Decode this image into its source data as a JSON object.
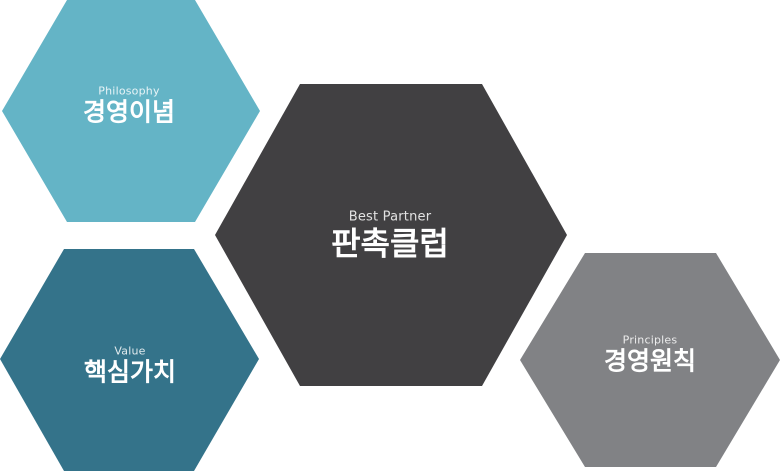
{
  "hexagons": {
    "philosophy": {
      "subtitle": "Philosophy",
      "title": "경영이념",
      "color": "#64b4c6"
    },
    "partner": {
      "subtitle": "Best Partner",
      "title": "판촉클럽",
      "color": "#414042"
    },
    "value": {
      "subtitle": "Value",
      "title": "핵심가치",
      "color": "#34738a"
    },
    "principles": {
      "subtitle": "Principles",
      "title": "경영원칙",
      "color": "#818285"
    }
  }
}
